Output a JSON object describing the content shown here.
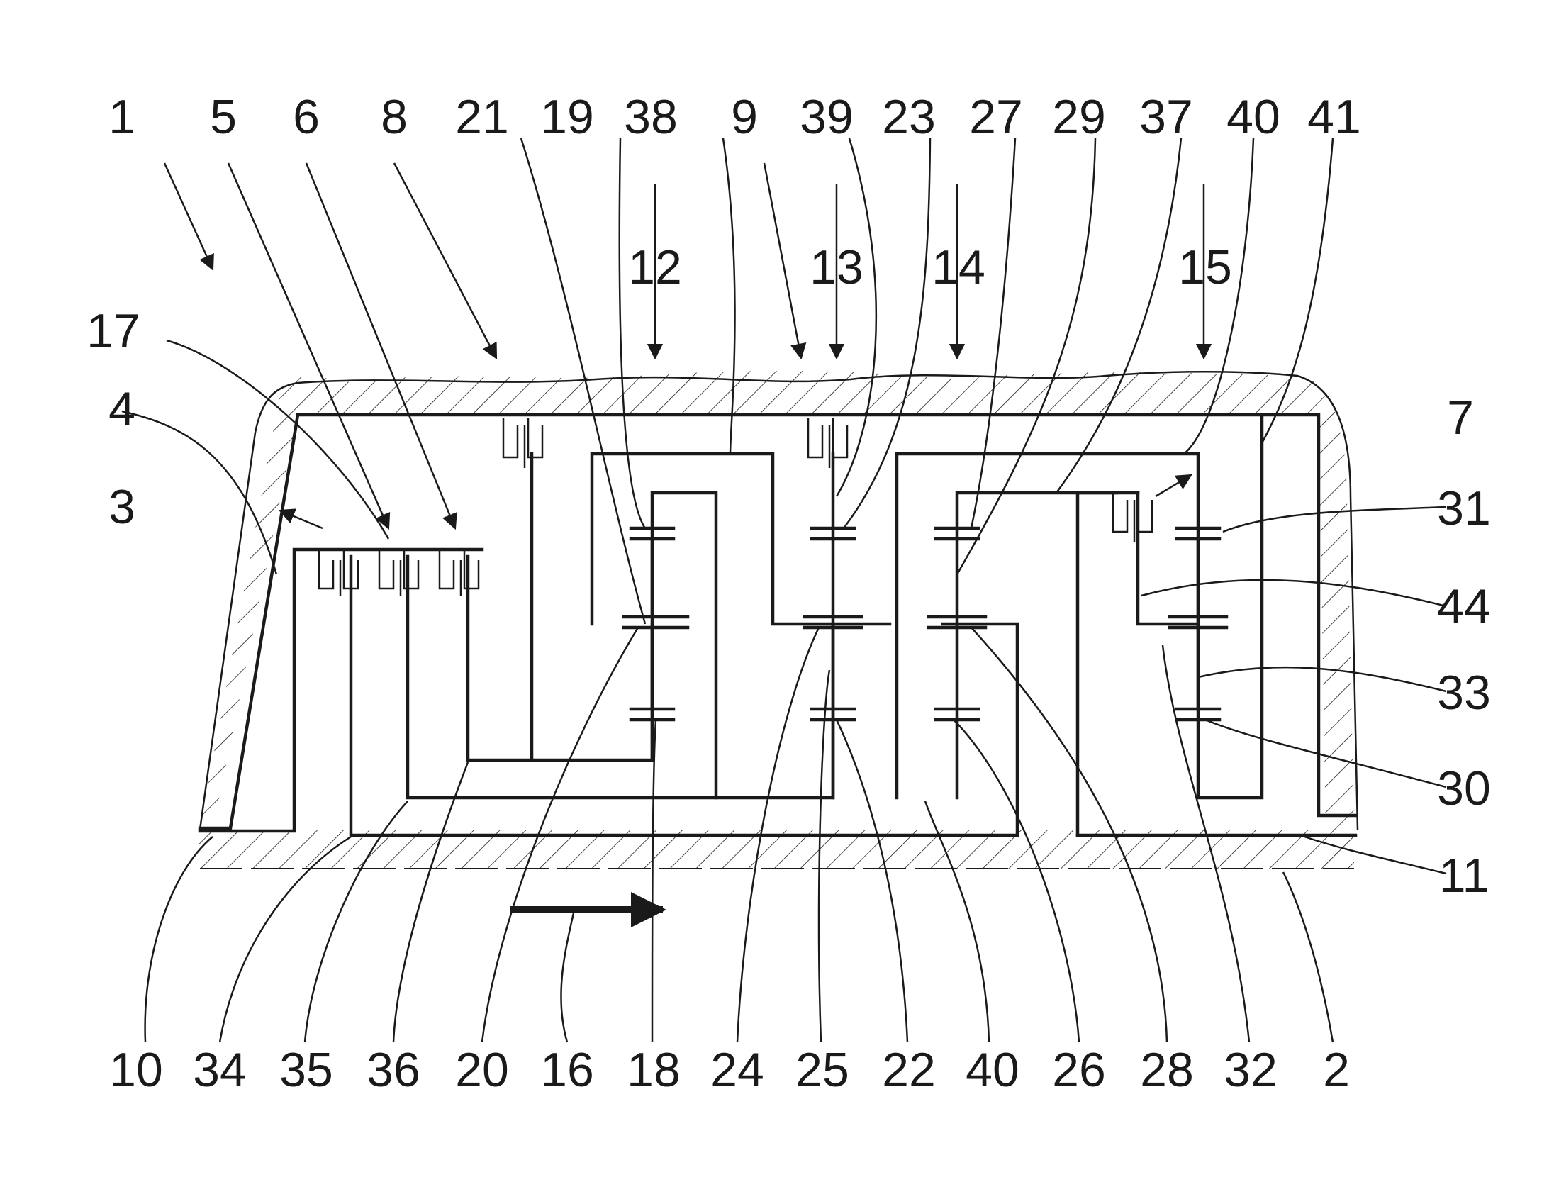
{
  "figure": {
    "labels": {
      "top_row": [
        "1",
        "5",
        "6",
        "8",
        "21",
        "19",
        "38",
        "9",
        "39",
        "23",
        "27",
        "29",
        "37",
        "40",
        "41"
      ],
      "second_row": [
        "12",
        "13",
        "14",
        "15"
      ],
      "left_side": [
        "17",
        "4",
        "3"
      ],
      "right_side": [
        "7",
        "31",
        "44",
        "33",
        "30",
        "11"
      ],
      "bottom_row": [
        "10",
        "34",
        "35",
        "36",
        "20",
        "16",
        "18",
        "24",
        "25",
        "22",
        "40",
        "26",
        "28",
        "32",
        "2"
      ]
    }
  },
  "colors": {
    "ink": "#1a1a1a",
    "paper": "#ffffff"
  }
}
